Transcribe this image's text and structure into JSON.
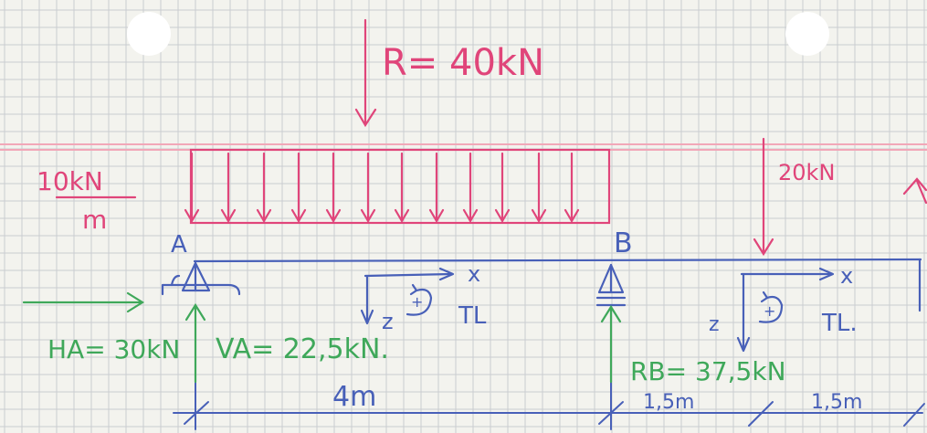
{
  "colors": {
    "paper": "#f3f3ee",
    "grid": "#c9ccd0",
    "margin_line": "#f2a7b8",
    "pink": "#e0457a",
    "blue": "#4860b8",
    "green": "#3fa85a",
    "punch_hole": "#ffffff"
  },
  "labels": {
    "resultant": "R= 40kN",
    "distributed_load_value": "10kN",
    "distributed_load_unit": "m",
    "point_load": "20kN",
    "support_a": "A",
    "support_b": "B",
    "reaction_ha": "HA= 30kN",
    "reaction_va": "VA= 22,5kN.",
    "reaction_rb": "RB= 37,5kN",
    "length_ab": "4m",
    "length_b_load": "1,5m",
    "length_load_end": "1,5m",
    "axis_x_left": "x",
    "axis_z_left": "z",
    "moment_sign_left": "+",
    "segment_left": "TL",
    "axis_x_right": "x",
    "axis_z_right": "z",
    "moment_sign_right": "+",
    "segment_right": "TL."
  }
}
